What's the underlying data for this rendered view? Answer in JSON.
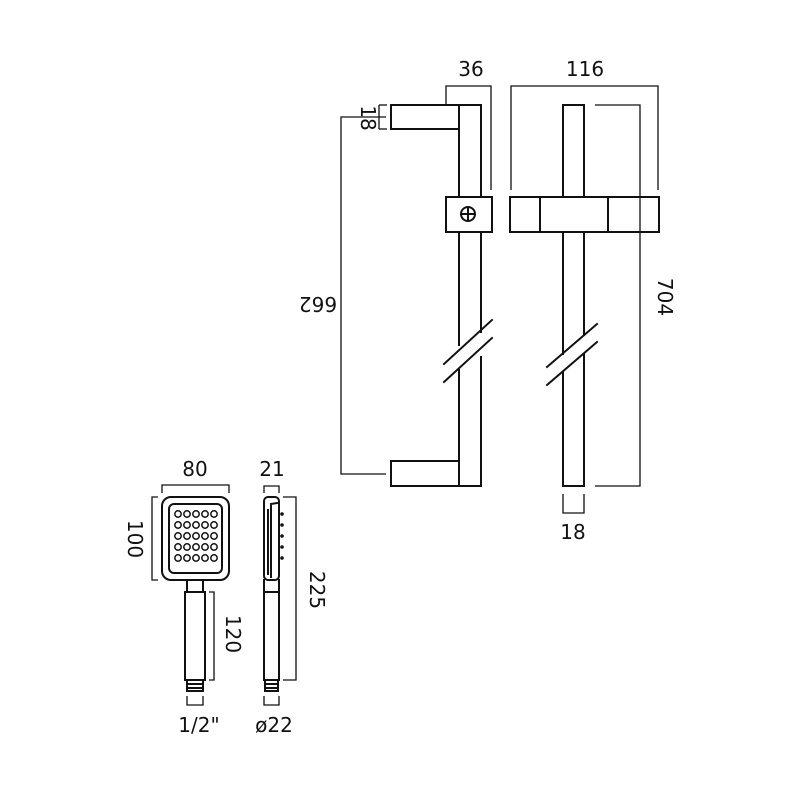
{
  "dimensions": {
    "rail_depth": "36",
    "rail_width": "116",
    "bracket_thickness": "18",
    "bracket_centres": "662",
    "rail_length": "704",
    "rail_diameter": "18",
    "handset_face_width": "80",
    "handset_head_height": "100",
    "handset_handle_length": "120",
    "handset_thread": "1/2\"",
    "handset_side_depth": "21",
    "handset_overall_length": "225",
    "handset_handle_diameter": "ø22"
  }
}
